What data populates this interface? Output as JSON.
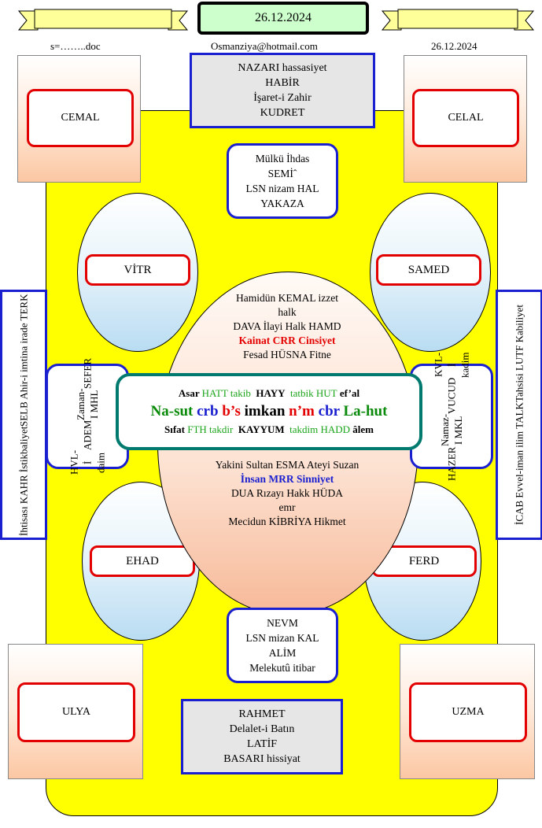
{
  "header": {
    "date_box": "26.12.2024",
    "left_text": "s=……..doc",
    "center_text": "Osmanziya@hotmail.com",
    "right_text": "26.12.2024"
  },
  "corners": {
    "top_left": "CEMAL",
    "top_right": "CELAL",
    "bottom_left": "ULYA",
    "bottom_right": "UZMA"
  },
  "top_gray": [
    "NAZARI hassasiyet",
    "HABİR",
    "İşaret-i Zahir",
    "KUDRET"
  ],
  "top_blue": [
    "Mülkü İhdas",
    "SEMİˆ",
    "LSN nizam HAL",
    "YAKAZA"
  ],
  "bottom_blue": [
    "NEVM",
    "LSN mizan KAL",
    "ALİM",
    "Melekutû itibar"
  ],
  "bottom_gray": [
    "RAHMET",
    "Delalet-i Batın",
    "LATİF",
    "BASARI hissiyat"
  ],
  "ellipses": {
    "upper_left": "VİTR",
    "upper_right": "SAMED",
    "lower_left": "EHAD",
    "lower_right": "FERD"
  },
  "big_ellipse": {
    "top_lines": [
      "Hamidün KEMAL izzet",
      "halk",
      "DAVA İlayi Halk  HAMD"
    ],
    "top_red": "Kainat CRR Cinsiyet",
    "top_last": "Fesad HÜSNA Fitne",
    "bottom_first": "Yakini Sultan ESMA Ateyi Suzan",
    "bottom_blue": "İnsan MRR Sinniyet",
    "bottom_lines": [
      "DUA Rızayı Hakk HÜDA",
      "emr",
      "Mecidun KİBRİYA Hikmet"
    ]
  },
  "center": {
    "row1": {
      "a": "Asar",
      "b": "HATT takib",
      "c": "HAYY",
      "d": "tatbik HUT",
      "e": "ef’al"
    },
    "row2": {
      "a": "Na-sut",
      "b": "crb",
      "c": "b’s",
      "d": "imkan",
      "e": "n’m",
      "f": "cbr",
      "g": "La-hut"
    },
    "row3": {
      "a": "Sıfat",
      "b": "FTH takdir",
      "c": "KAYYUM",
      "d": "takdim HADD",
      "e": "âlem"
    }
  },
  "sides": {
    "inner_left": [
      "HVL- İ daim",
      "ADEM",
      "Zaman-I MHL",
      "SEFER"
    ],
    "inner_right": [
      "HAZER",
      "Namaz-I MKL",
      "VUCUD",
      "KVL-İ kadim"
    ],
    "outer_left": [
      "İhtisası KAHR İstikbaliyet",
      "SELB Ahir-i  imtina irade TERK"
    ],
    "outer_right": [
      "İCAB Evvel-iman ilim TALK",
      "Tahsisi LUTF Kabiliyet"
    ]
  }
}
